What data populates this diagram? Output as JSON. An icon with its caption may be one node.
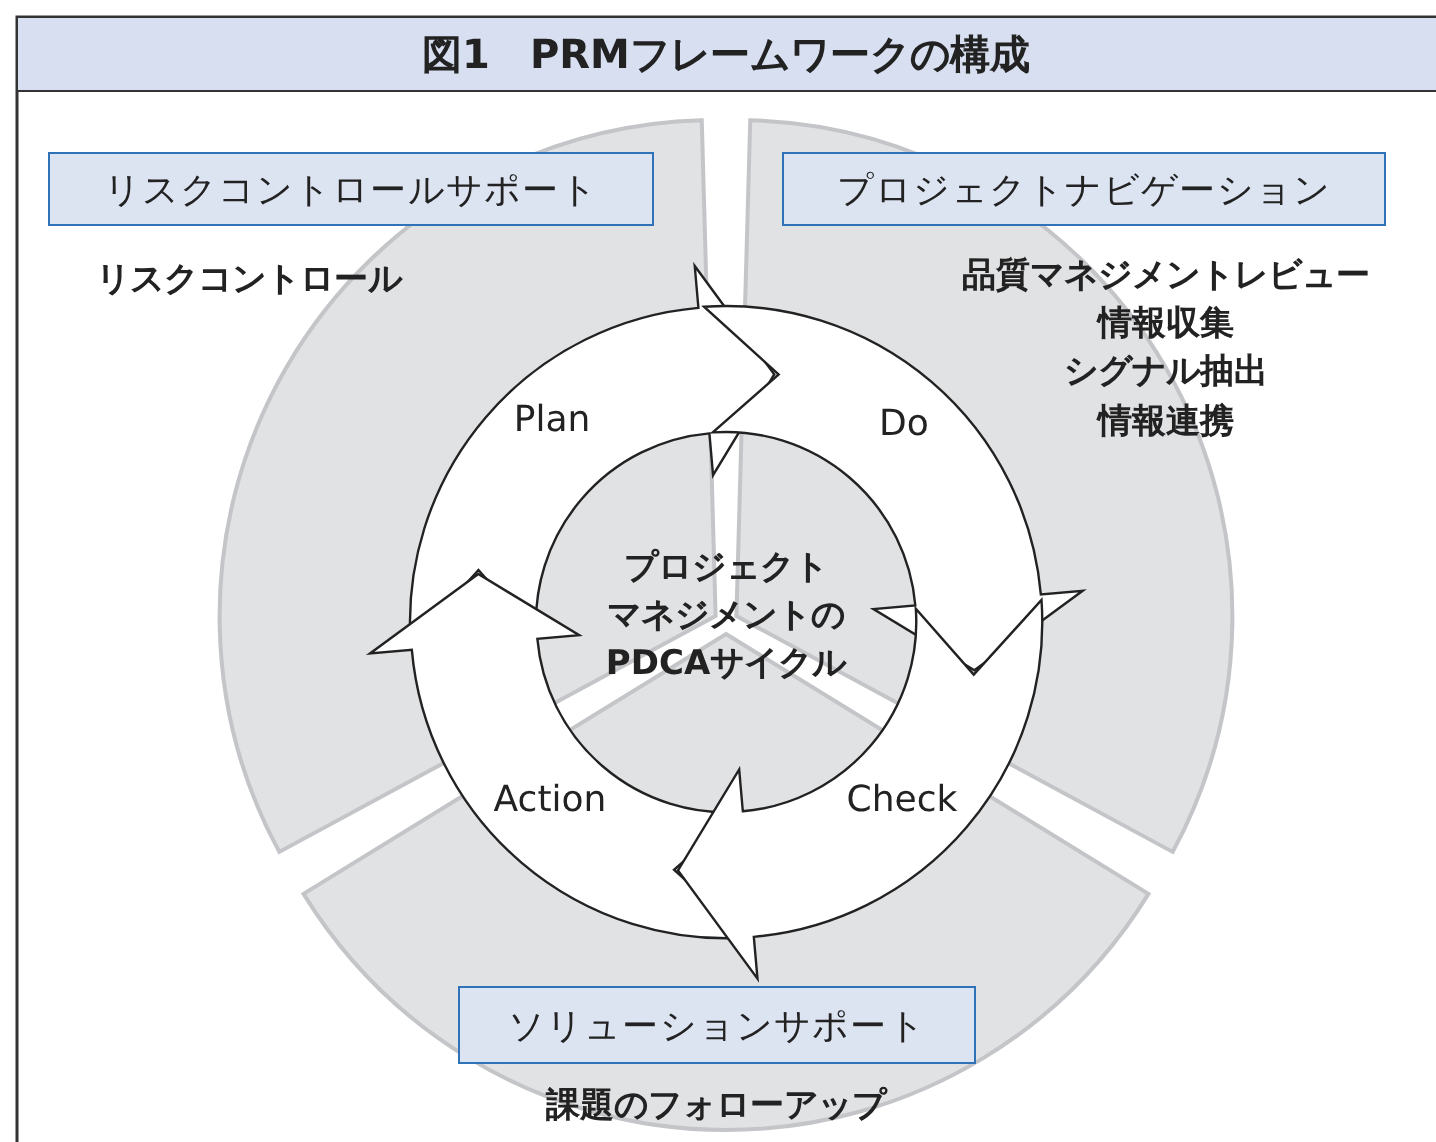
{
  "diagram": {
    "title": "図1　PRMフレームワークの構成",
    "nodes": [
      {
        "text": [
          "リスクコントロールサポート"
        ]
      },
      {
        "text": [
          "プロジェクトナビゲーション"
        ],
        "beside": [
          "品質マネジメントレビュー",
          "情報収集",
          "シグナル抽出",
          "情報連携"
        ]
      },
      {
        "text": [
          "Plan"
        ]
      },
      {
        "text": [
          "Do"
        ]
      },
      {
        "text": [
          "プロジェクトマネジメントのPDCAサイクル"
        ]
      },
      {
        "text": [
          "Action"
        ]
      },
      {
        "text": [
          "Check"
        ]
      },
      {
        "text": [
          "ソリューションサポート"
        ],
        "beside": [
          "課題のフォローアップ"
        ]
      }
    ],
    "labels": [
      "リスクコントロール"
    ]
  }
}
